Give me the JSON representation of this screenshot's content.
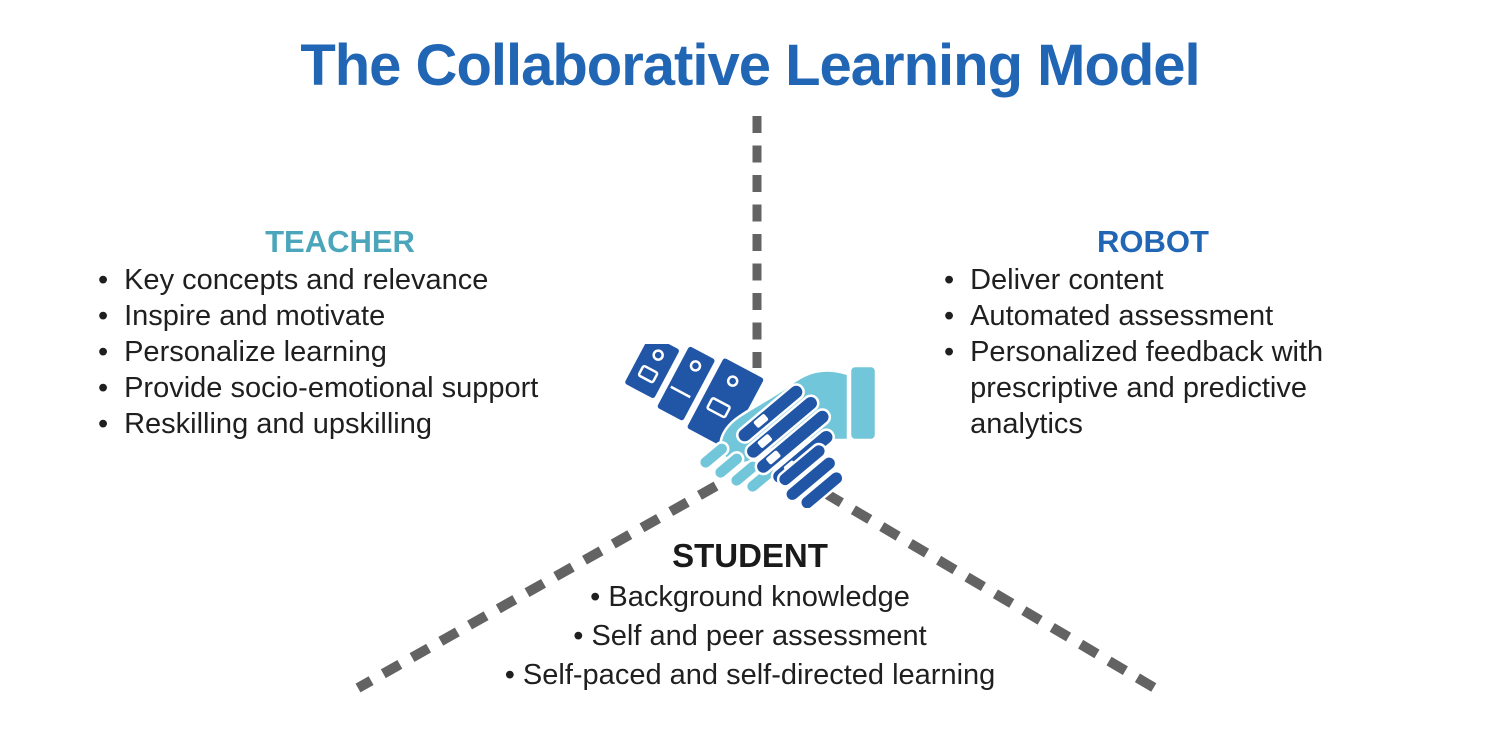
{
  "title": {
    "text": "The Collaborative Learning Model",
    "color": "#2166b5"
  },
  "sections": {
    "teacher": {
      "label": "TEACHER",
      "color": "#4ba6bb",
      "bullet": "•",
      "items": [
        "Key concepts and relevance",
        "Inspire and motivate",
        "Personalize learning",
        "Provide socio-emotional support",
        "Reskilling and upskilling"
      ]
    },
    "robot": {
      "label": "ROBOT",
      "color": "#2166b5",
      "bullet": "•",
      "items": [
        "Deliver content",
        "Automated assessment",
        "Personalized feedback with prescriptive and predictive analytics"
      ]
    },
    "student": {
      "label": "STUDENT",
      "color": "#1a1a1a",
      "bullet": "•",
      "items": [
        "Background knowledge",
        "Self and peer assessment",
        "Self-paced and self-directed learning"
      ]
    }
  },
  "icon": {
    "name": "robot-human-handshake",
    "robot_hand_color": "#2156a6",
    "human_hand_color": "#72c6d9"
  },
  "connectors": {
    "color": "#636363",
    "style": "dashed"
  },
  "text_color": "#1f1f1f",
  "background_color": "#ffffff"
}
